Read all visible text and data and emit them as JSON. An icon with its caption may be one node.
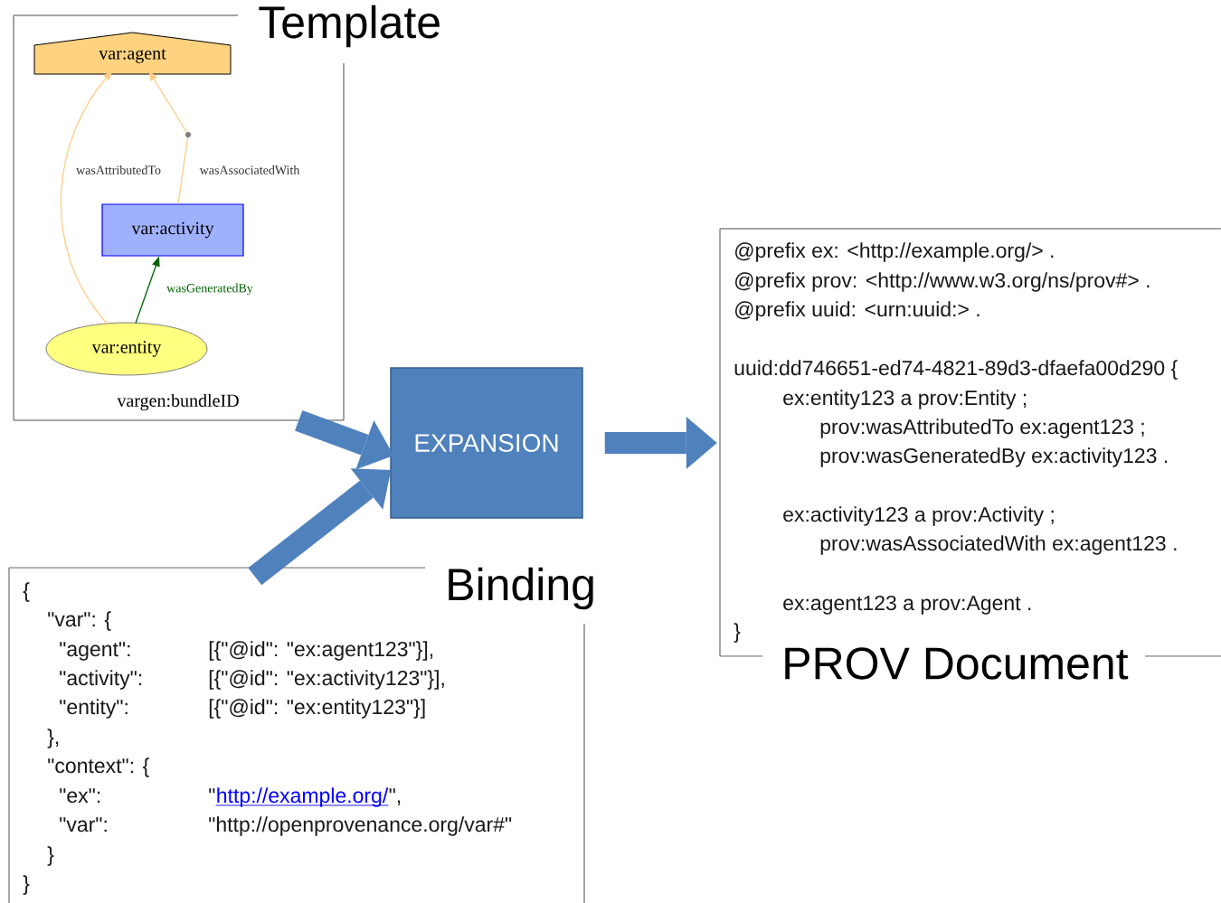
{
  "diagram": {
    "nodes": [
      {
        "text": [
          "Template",
          "vargen:bundleID"
        ]
      },
      {
        "text": [
          "var:agent"
        ],
        "in": 0
      },
      {
        "text": [
          "var:activity"
        ],
        "in": 0
      },
      {
        "text": [
          "var:entity"
        ],
        "in": 0
      },
      {
        "text": [],
        "shape": "circle",
        "in": 0
      },
      {
        "text": [
          "EXPANSION"
        ]
      },
      {
        "text": [
          "{",
          "Binding",
          "\"var\": {",
          "\"agent\":",
          "[{\"@id\": \"ex:agent123\"}],",
          "\"activity\":",
          "[{\"@id\": \"ex:activity123\"}],",
          "\"entity\":",
          "[{\"@id\": \"ex:entity123\"}]",
          "},",
          "\"context\": {",
          "\"ex\":",
          "\"",
          "http://example.org/",
          "\",",
          "\"var\":",
          "\"http://openprovenance.org/var#\"",
          "}",
          "}"
        ]
      },
      {
        "text": [
          "@prefix ex: <http://example.org/> .",
          "@prefix prov: <http://www.w3.org/ns/prov#> .",
          "@prefix uuid: <urn:uuid:> .",
          "uuid:dd746651-ed74-4821-89d3-dfaefa00d290 {",
          "ex:entity123 a prov:Entity ;",
          "prov:wasAttributedTo ex:agent123 ;",
          "prov:wasGeneratedBy ex:activity123 .",
          "ex:activity123 a prov:Activity ;",
          "prov:wasAssociatedWith ex:agent123 .",
          "ex:agent123 a prov:Agent .",
          "}",
          "PROV Document"
        ]
      }
    ],
    "edges": [
      {
        "from": 3,
        "to": 1,
        "arrow": "to",
        "label": "wasAttributedTo",
        "color": "#ffcc88"
      },
      {
        "from": 2,
        "to": 4,
        "arrow": "none",
        "label": "wasAssociatedWith",
        "color": "#ffcc88"
      },
      {
        "from": 4,
        "to": 1,
        "arrow": "to",
        "color": "#ffcc88"
      },
      {
        "from": 3,
        "to": 2,
        "arrow": "to",
        "label": "wasGeneratedBy",
        "color": "#006400"
      },
      {
        "from": 0,
        "to": 5,
        "arrow": "to",
        "style": "thick",
        "color": "#4f81bd"
      },
      {
        "from": 6,
        "to": 5,
        "arrow": "to",
        "style": "thick",
        "color": "#4f81bd"
      },
      {
        "from": 5,
        "to": 7,
        "arrow": "to",
        "style": "thick",
        "color": "#4f81bd"
      }
    ]
  }
}
